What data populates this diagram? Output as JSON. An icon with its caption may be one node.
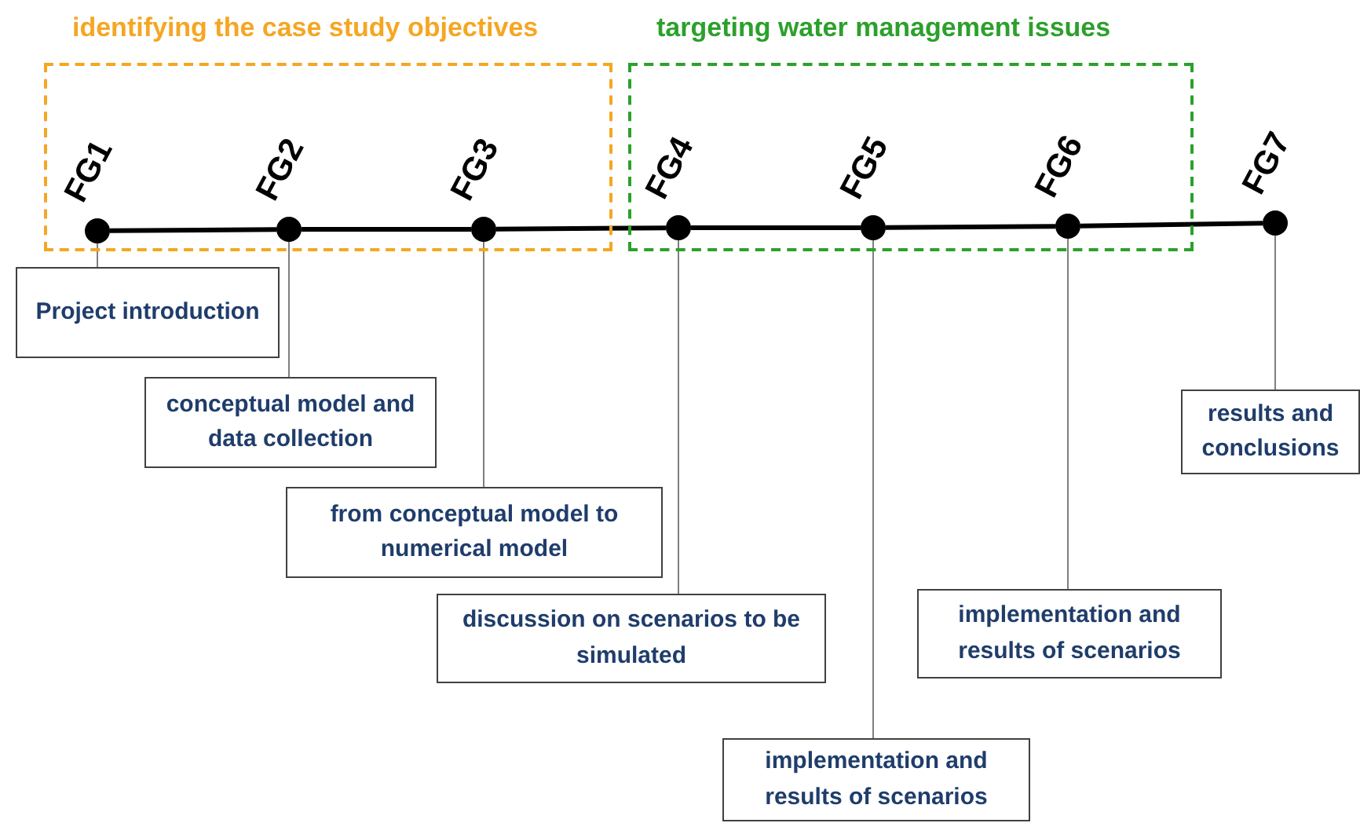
{
  "diagram": {
    "nodes": [
      {
        "text": [
          "identifying the case study objectives"
        ]
      },
      {
        "text": [
          "targeting water management issues"
        ]
      },
      {
        "text": [],
        "shape": "circle",
        "beside": [
          "FG1"
        ],
        "in": 0
      },
      {
        "text": [],
        "shape": "circle",
        "beside": [
          "FG2"
        ],
        "in": 0
      },
      {
        "text": [],
        "shape": "circle",
        "beside": [
          "FG3"
        ],
        "in": 0
      },
      {
        "text": [],
        "shape": "circle",
        "beside": [
          "FG4"
        ],
        "in": 1
      },
      {
        "text": [],
        "shape": "circle",
        "beside": [
          "FG5"
        ],
        "in": 1
      },
      {
        "text": [],
        "shape": "circle",
        "beside": [
          "FG6"
        ],
        "in": 1
      },
      {
        "text": [],
        "shape": "circle",
        "beside": [
          "FG7"
        ]
      },
      {
        "text": [
          "Project introduction"
        ]
      },
      {
        "text": [
          "conceptual model and data collection"
        ]
      },
      {
        "text": [
          "from conceptual model to numerical model"
        ]
      },
      {
        "text": [
          "discussion on scenarios to be simulated"
        ]
      },
      {
        "text": [
          "implementation and results of scenarios"
        ]
      },
      {
        "text": [
          "implementation and results of scenarios"
        ]
      },
      {
        "text": [
          "results and conclusions"
        ]
      }
    ],
    "edges": [
      {
        "from": 2,
        "to": 3,
        "arrow": "none",
        "style": "thick",
        "color": "#000000"
      },
      {
        "from": 3,
        "to": 4,
        "arrow": "none",
        "style": "thick",
        "color": "#000000"
      },
      {
        "from": 4,
        "to": 5,
        "arrow": "none",
        "style": "thick",
        "color": "#000000"
      },
      {
        "from": 5,
        "to": 6,
        "arrow": "none",
        "style": "thick",
        "color": "#000000"
      },
      {
        "from": 6,
        "to": 7,
        "arrow": "none",
        "style": "thick",
        "color": "#000000"
      },
      {
        "from": 7,
        "to": 8,
        "arrow": "none",
        "style": "thick",
        "color": "#000000"
      },
      {
        "from": 2,
        "to": 9,
        "arrow": "none"
      },
      {
        "from": 3,
        "to": 10,
        "arrow": "none"
      },
      {
        "from": 4,
        "to": 11,
        "arrow": "none"
      },
      {
        "from": 5,
        "to": 12,
        "arrow": "none"
      },
      {
        "from": 6,
        "to": 13,
        "arrow": "none"
      },
      {
        "from": 7,
        "to": 14,
        "arrow": "none"
      },
      {
        "from": 8,
        "to": 15,
        "arrow": "none"
      }
    ]
  }
}
